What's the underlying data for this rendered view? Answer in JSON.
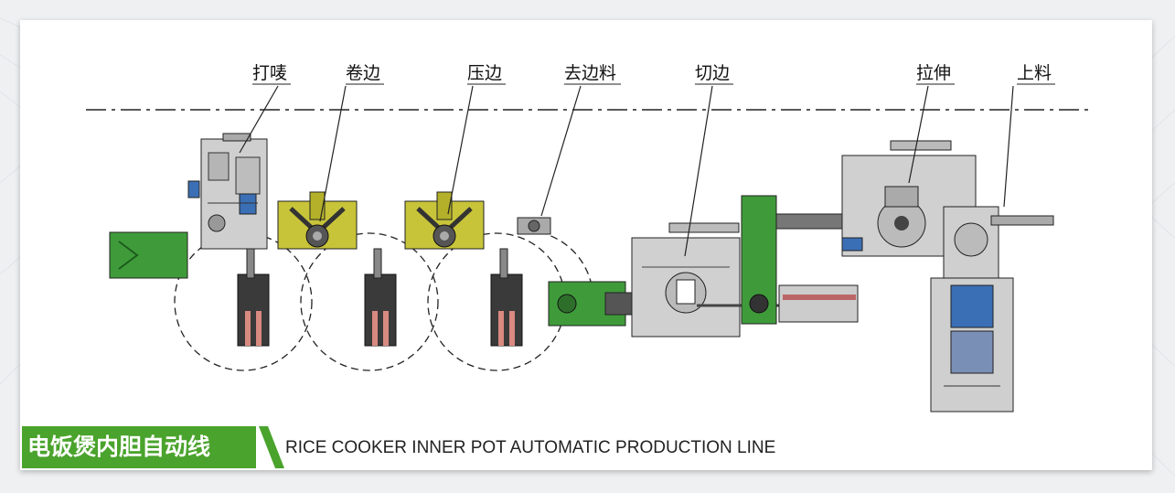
{
  "diagram": {
    "stations": [
      {
        "id": "punch",
        "label": "打唛"
      },
      {
        "id": "curl",
        "label": "卷边"
      },
      {
        "id": "press",
        "label": "压边"
      },
      {
        "id": "trim-waste",
        "label": "去边料"
      },
      {
        "id": "cut",
        "label": "切边"
      },
      {
        "id": "stretch",
        "label": "拉伸"
      },
      {
        "id": "load",
        "label": "上料"
      }
    ]
  },
  "caption": {
    "title_cn": "电饭煲内胆自动线",
    "title_en": "RICE COOKER INNER POT AUTOMATIC PRODUCTION LINE"
  },
  "colors": {
    "accent_green": "#4aa32c",
    "machine_gray": "#d3d3d3",
    "machine_olive": "#c8c43a",
    "conveyor_green": "#3f9b3a"
  }
}
